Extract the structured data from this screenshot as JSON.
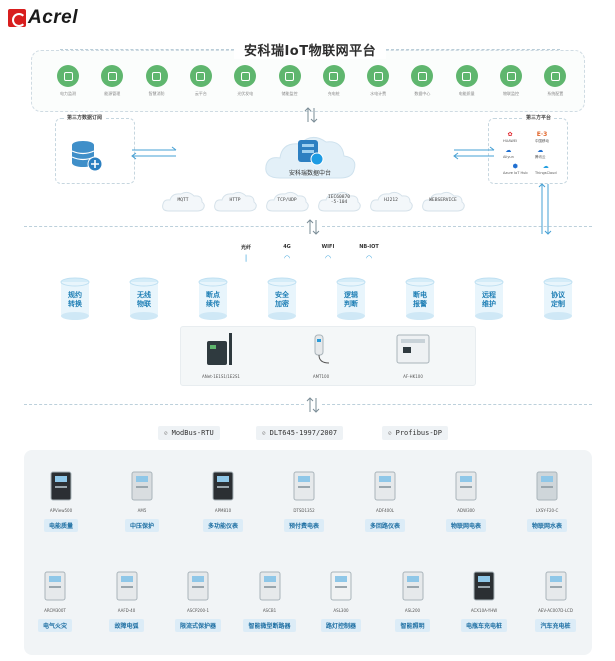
{
  "brand": {
    "logo_text": "Acrel"
  },
  "title": "安科瑞IoT物联网平台",
  "apps": [
    {
      "label": "电力监测",
      "icon": "power-monitor-icon"
    },
    {
      "label": "能源管理",
      "icon": "recycle-icon"
    },
    {
      "label": "智慧消防",
      "icon": "shield-icon"
    },
    {
      "label": "云平台",
      "icon": "cloud-icon"
    },
    {
      "label": "光伏发电",
      "icon": "solar-panel-icon"
    },
    {
      "label": "储能监控",
      "icon": "battery-icon"
    },
    {
      "label": "充电桩",
      "icon": "charger-icon"
    },
    {
      "label": "水电计费",
      "icon": "water-drop-icon"
    },
    {
      "label": "数据中心",
      "icon": "database-icon"
    },
    {
      "label": "电能质量",
      "icon": "wave-icon"
    },
    {
      "label": "物联监控",
      "icon": "location-icon"
    },
    {
      "label": "系统配置",
      "icon": "monitor-icon"
    }
  ],
  "third_party_sub": {
    "label": "第三方数据订阅"
  },
  "third_party_platform": {
    "label": "第三方平台",
    "platforms": [
      {
        "name": "HUAWEI",
        "logo": "✿",
        "color": "#e0242b"
      },
      {
        "name": "中国移动",
        "logo": "E·3",
        "color": "#e2692f"
      },
      {
        "name": "Aliyun",
        "logo": "☁",
        "color": "#1f6fd1"
      },
      {
        "name": "腾讯云",
        "logo": "☁",
        "color": "#1f6fd1"
      },
      {
        "name": "Azure IoT Hub",
        "logo": "⬢",
        "color": "#1f6fd1"
      },
      {
        "name": "ThingsCloud",
        "logo": "☁",
        "color": "#26a0e0"
      }
    ]
  },
  "data_center": {
    "label": "安科瑞数据中台"
  },
  "protocols": [
    "MQTT",
    "HTTP",
    "TCP/UDP",
    "IEC60870\n-5-104",
    "HJ212",
    "WEBSERVICE"
  ],
  "comm": [
    {
      "label": "光纤",
      "icon": "fiber-icon"
    },
    {
      "label": "4G",
      "icon": "wireless-icon"
    },
    {
      "label": "WIFI",
      "icon": "wireless-icon"
    },
    {
      "label": "NB-IOT",
      "icon": "wireless-icon"
    }
  ],
  "features": [
    "规约\n转换",
    "无线\n物联",
    "断点\n续传",
    "安全\n加密",
    "逻辑\n判断",
    "断电\n报警",
    "远程\n维护",
    "协议\n定制"
  ],
  "gateways": [
    {
      "model": "ANet-1E1S1/1E2S1",
      "icon": "gateway-icon"
    },
    {
      "model": "AMT100",
      "icon": "terminal-icon"
    },
    {
      "model": "AF-HK100",
      "icon": "cabinet-icon"
    }
  ],
  "field_protocols": [
    "ModBus-RTU",
    "DLT645-1997/2007",
    "Profibus-DP"
  ],
  "devices_row1": [
    {
      "model": "APView500",
      "tag": "电能质量"
    },
    {
      "model": "AM5",
      "tag": "中压保护"
    },
    {
      "model": "APM810",
      "tag": "多功能仪表"
    },
    {
      "model": "DTSD1352",
      "tag": "预付费电表"
    },
    {
      "model": "ADF400L",
      "tag": "多回路仪表"
    },
    {
      "model": "ADW300",
      "tag": "物联网电表"
    },
    {
      "model": "LXSY-F20-C",
      "tag": "物联网水表"
    }
  ],
  "devices_row2": [
    {
      "model": "ARCM300T",
      "tag": "电气火灾"
    },
    {
      "model": "AAFD-40",
      "tag": "故障电弧"
    },
    {
      "model": "ASCP200-1",
      "tag": "限流式保护器"
    },
    {
      "model": "ASCB1",
      "tag": "智能微型断路器"
    },
    {
      "model": "ASL300",
      "tag": "路灯控制器"
    },
    {
      "model": "ASL200",
      "tag": "智能照明"
    },
    {
      "model": "ACX10A-YHW",
      "tag": "电瓶车充电桩"
    },
    {
      "model": "AEV-AC007D-LCD",
      "tag": "汽车充电桩"
    }
  ],
  "colors": {
    "green": "#5fb66e",
    "blue": "#2a9bd8",
    "tag_text": "#1e6fa3",
    "brand_red": "#d81e1e"
  }
}
